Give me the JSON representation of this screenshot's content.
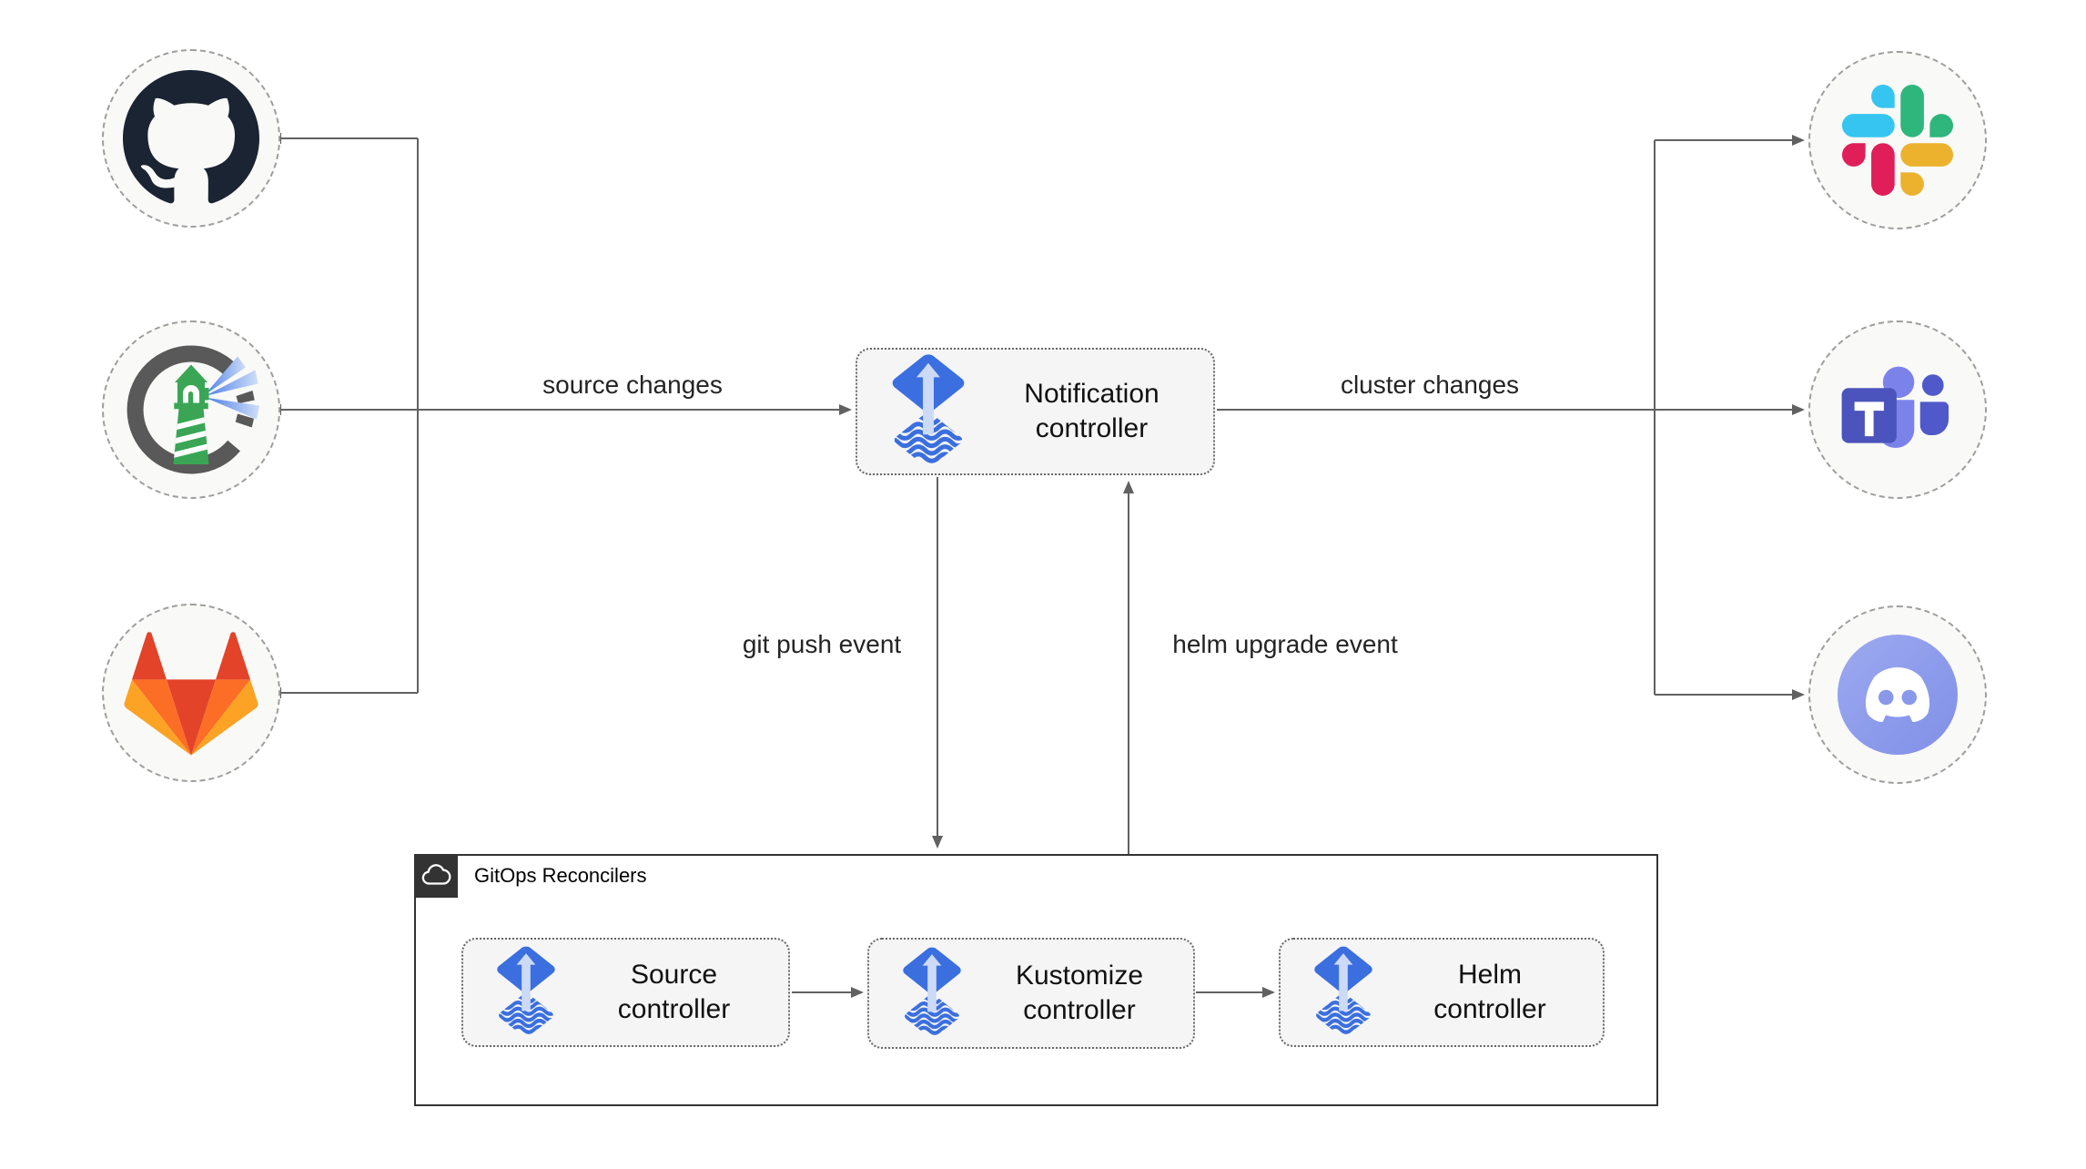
{
  "diagram": {
    "edge_labels": {
      "source_changes": "source changes",
      "cluster_changes": "cluster changes",
      "git_push": "git push event",
      "helm_upgrade": "helm upgrade event"
    },
    "controllers": {
      "notification": {
        "label": "Notification controller",
        "icon": "flux-icon"
      },
      "source": {
        "label": "Source controller",
        "icon": "flux-icon"
      },
      "kustomize": {
        "label": "Kustomize controller",
        "icon": "flux-icon"
      },
      "helm": {
        "label": "Helm controller",
        "icon": "flux-icon"
      }
    },
    "group": {
      "label": "GitOps Reconcilers",
      "badge_icon": "cloud-icon"
    },
    "sources": [
      {
        "icon": "github-icon"
      },
      {
        "icon": "harbor-icon"
      },
      {
        "icon": "gitlab-icon"
      }
    ],
    "targets": [
      {
        "icon": "slack-icon"
      },
      {
        "icon": "microsoft-teams-icon"
      },
      {
        "icon": "discord-icon"
      }
    ],
    "colors": {
      "flux_blue": "#3b6fe0",
      "flux_arrow_light": "#ccdaf6",
      "connector_gray": "#616161",
      "node_fill": "#f9f9f7",
      "node_border": "#9e9e9e",
      "box_fill": "#f5f5f5",
      "box_border": "#666666",
      "group_border": "#333333",
      "github_black": "#1a2432",
      "harbor_gray": "#595959",
      "harbor_green": "#3aa655",
      "gitlab_red": "#e24329",
      "gitlab_orange": "#fc6d26",
      "gitlab_yellow": "#fca326",
      "slack_blue": "#36c5f0",
      "slack_green": "#2eb67d",
      "slack_yellow": "#ecb22e",
      "slack_red": "#e01e5a",
      "teams_dark": "#4b53bc",
      "teams_light": "#7b83eb",
      "teams_mid": "#5059c9",
      "discord_blurple": "#8a98ea",
      "label_text": "#242424"
    }
  }
}
